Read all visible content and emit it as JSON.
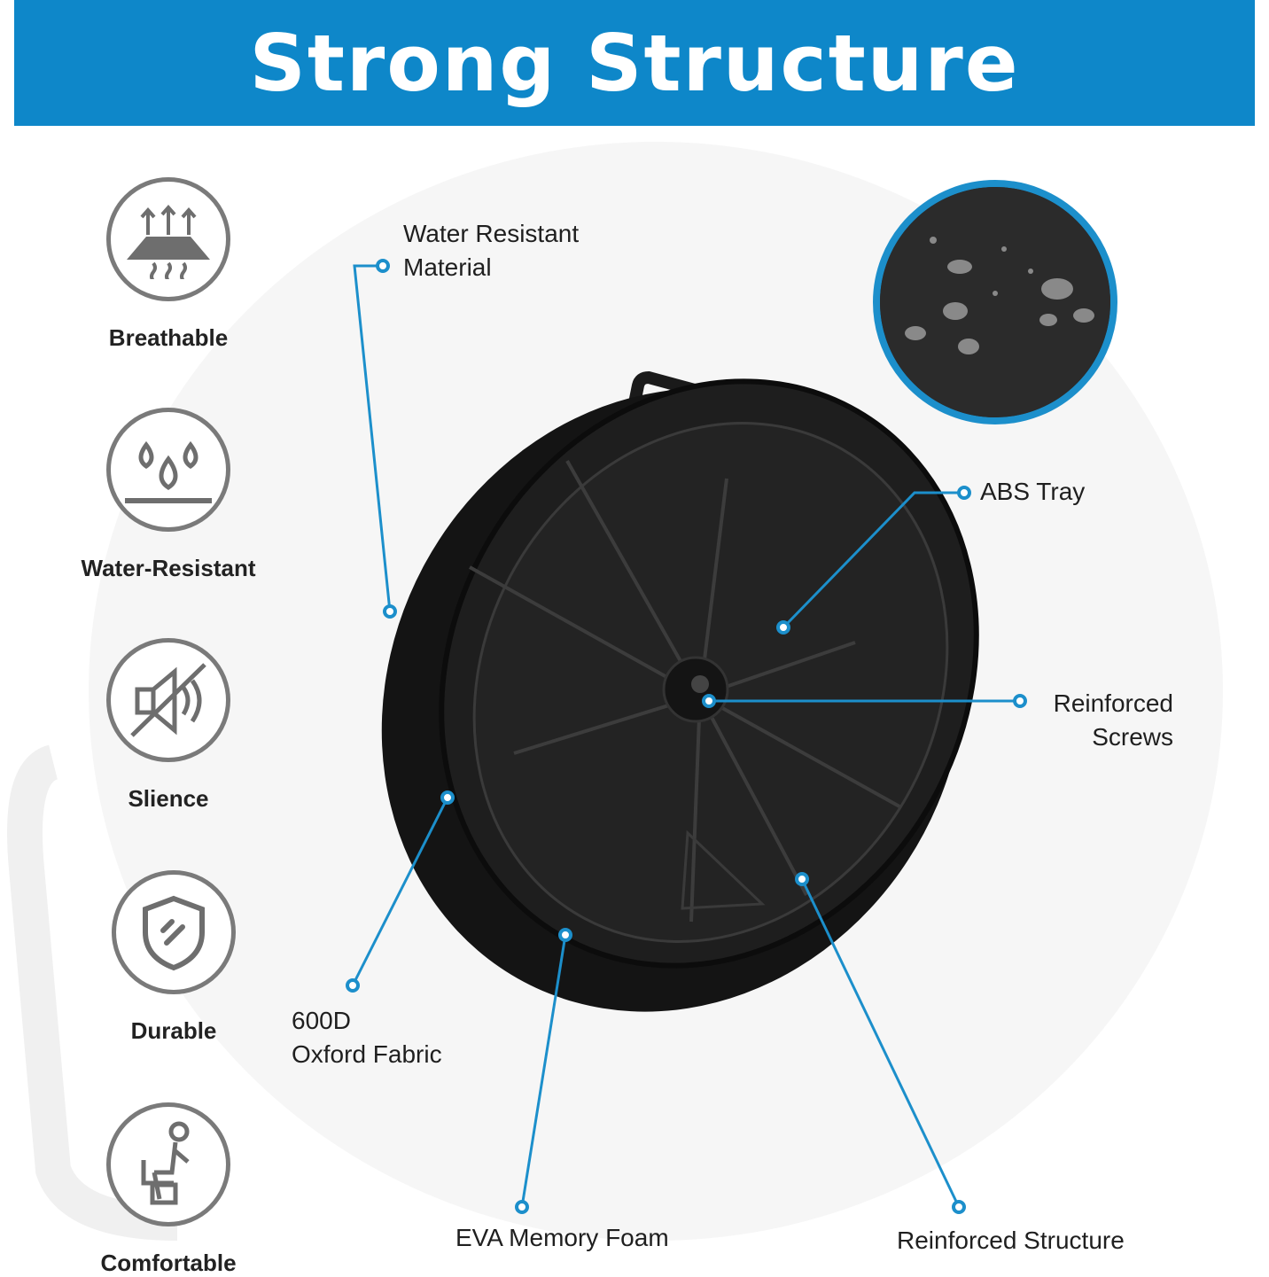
{
  "banner": {
    "title": "Strong Structure",
    "color": "#0e87c9"
  },
  "features": [
    {
      "label": "Breathable",
      "icon": "breathable-layers-icon"
    },
    {
      "label": "Water-Resistant",
      "icon": "water-drops-icon"
    },
    {
      "label": "Slience",
      "icon": "mute-speaker-icon"
    },
    {
      "label": "Durable",
      "icon": "shield-icon"
    },
    {
      "label": "Comfortable",
      "icon": "seated-person-icon"
    }
  ],
  "callouts": {
    "water_resistant": [
      "Water Resistant",
      "Material"
    ],
    "abs_tray": "ABS Tray",
    "reinforced_screws": [
      "Reinforced",
      "Screws"
    ],
    "oxford_fabric": [
      "600D",
      "Oxford Fabric"
    ],
    "eva_foam": "EVA Memory Foam",
    "reinforced_structure": "Reinforced Structure"
  },
  "accent_color": "#1c8fcb"
}
